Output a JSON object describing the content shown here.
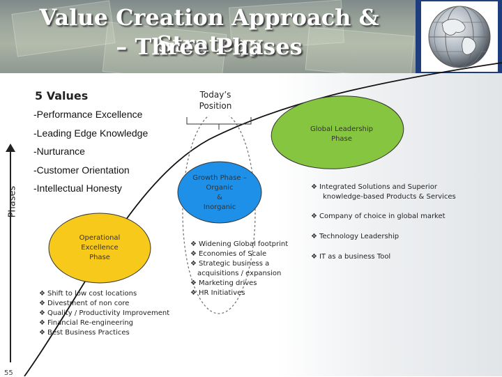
{
  "header": {
    "title_line1": "Value Creation Approach & Strategy",
    "title_line2": "– Three Phases",
    "globe_icon": "globe-icon"
  },
  "values": {
    "title": "5 Values",
    "items": [
      "-Performance Excellence",
      "-Leading Edge Knowledge",
      "-Nurturance",
      "-Customer Orientation",
      "-Intellectual Honesty"
    ]
  },
  "axis": {
    "label": "Phases"
  },
  "today": {
    "line1": "Today’s",
    "line2": "Position"
  },
  "phases": {
    "operational": {
      "line1": "Operational",
      "line2": "Excellence",
      "line3": "Phase",
      "color": "#f7c91b",
      "bullets": [
        "Shift to low cost locations",
        "Divestment of non core",
        "Quality / Productivity Improvement",
        "Financial Re-engineering",
        "Best Business Practices"
      ]
    },
    "growth": {
      "line1": "Growth Phase –",
      "line2": "Organic",
      "line3": "&",
      "line4": "Inorganic",
      "color": "#1e90e8",
      "bullets": [
        "Widening Global footprint",
        "Economies of Scale",
        "Strategic business a",
        "acquisitions / expansion",
        "Marketing drives",
        "HR Initiatives"
      ]
    },
    "global": {
      "line1": "Global Leadership",
      "line2": "Phase",
      "color": "#86c540",
      "bullets": [
        "Integrated Solutions and Superior",
        "knowledge-based Products & Services",
        "Company of choice in global market",
        "Technology Leadership",
        "IT as a business Tool"
      ]
    }
  },
  "bullet_glyph": "❖",
  "slide_number": "55"
}
